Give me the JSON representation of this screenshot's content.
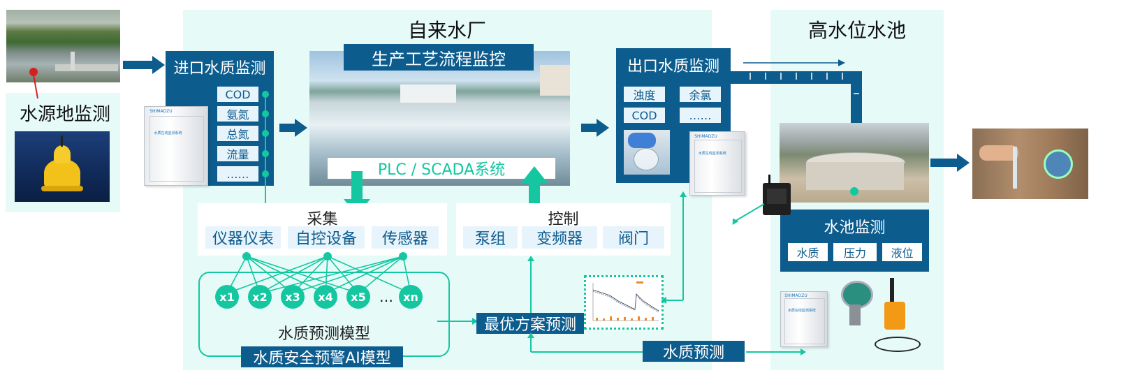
{
  "source": {
    "title": "水源地监测"
  },
  "inlet": {
    "title": "进口水质监测",
    "items": [
      "COD",
      "氨氮",
      "总氮",
      "流量",
      "……"
    ]
  },
  "plant": {
    "title": "自来水厂",
    "process_label": "生产工艺流程监控",
    "plc_label": "PLC / SCADA系统"
  },
  "collect": {
    "title": "采集",
    "items": [
      "仪器仪表",
      "自控设备",
      "传感器"
    ]
  },
  "control": {
    "title": "控制",
    "items": [
      "泵组",
      "变频器",
      "阀门"
    ]
  },
  "model": {
    "nodes": [
      "x1",
      "x2",
      "x3",
      "x4",
      "x5",
      "…",
      "xn"
    ],
    "title": "水质预测模型",
    "subtitle": "水质安全预警AI模型"
  },
  "optimal_label": "最优方案预测",
  "prediction_label": "水质预测",
  "outlet": {
    "title": "出口水质监测",
    "items": [
      "浊度",
      "余氯",
      "COD",
      "……"
    ]
  },
  "reservoir": {
    "title": "高水位水池",
    "monitor_title": "水池监测",
    "monitor_items": [
      "水质",
      "压力",
      "液位"
    ]
  },
  "colors": {
    "navy": "#0d5c8e",
    "teal": "#14c7a1",
    "panel": "#e6fbf8"
  }
}
